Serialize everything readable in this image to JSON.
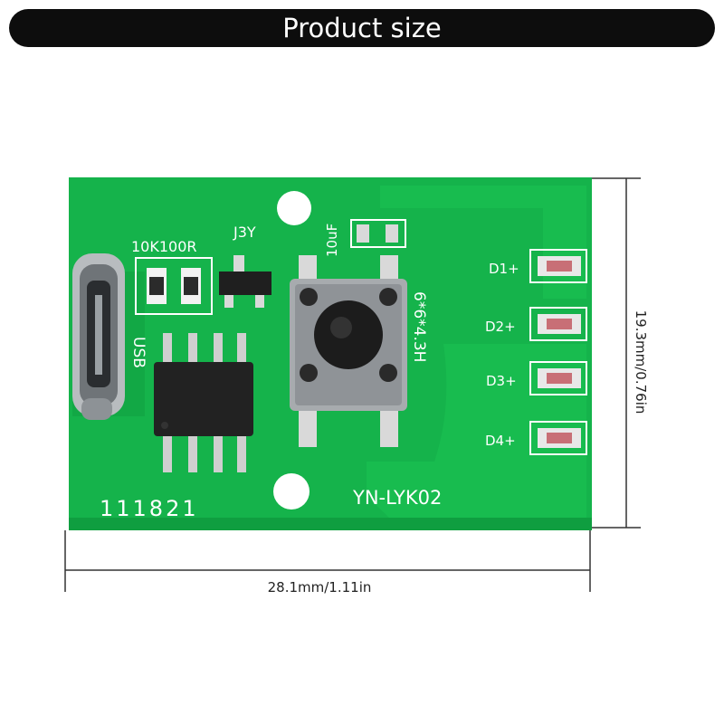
{
  "banner": {
    "title": "Product size"
  },
  "board": {
    "silkscreen": {
      "resistors": "10K100R",
      "transistor": "J3Y",
      "capacitor": "10uF",
      "connector": "USB",
      "switch": "6*6*4.3H",
      "model": "YN-LYK02",
      "code": "111821",
      "leds": [
        "D1+",
        "D2+",
        "D3+",
        "D4+"
      ]
    },
    "colors": {
      "pcb": "#12b24a",
      "silkscreen": "#ffffff"
    }
  },
  "dimensions": {
    "height": "19.3mm/0.76in",
    "width": "28.1mm/1.11in"
  }
}
